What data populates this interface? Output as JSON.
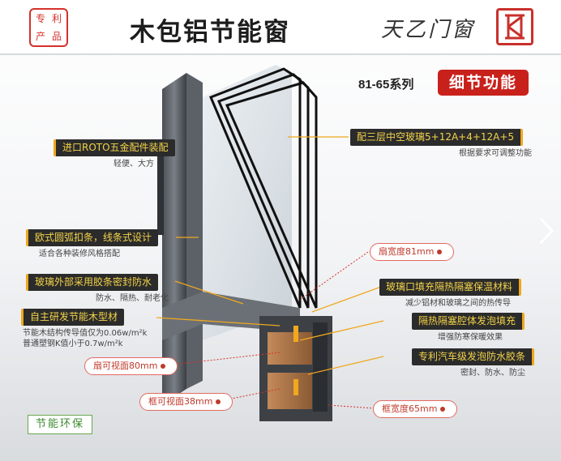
{
  "header": {
    "seal_text": [
      "专",
      "利",
      "产",
      "品"
    ],
    "title": "木包铝节能窗",
    "brand_name": "天乙门窗",
    "logo_icon": "brand-logo-icon"
  },
  "series": {
    "label": "81-65系列",
    "badge": "细节功能"
  },
  "left_callouts": [
    {
      "label": "进口ROTO五金配件装配",
      "sub": "轻便、大方"
    },
    {
      "label": "欧式圆弧扣条，线条式设计",
      "sub": "适合各种装修风格搭配"
    },
    {
      "label": "玻璃外部采用胶条密封防水",
      "sub": "防水、隔热、耐老化"
    },
    {
      "label": "自主研发节能木型材",
      "sub": [
        "节能木结构传导值仅为0.06w/m²k",
        "普通塑钢K值小于0.7w/m²k"
      ]
    }
  ],
  "right_callouts": [
    {
      "label": "配三层中空玻璃5+12A+4+12A+5",
      "sub": "根据要求可调整功能"
    },
    {
      "label": "玻璃口填充隔热隔塞保温材料",
      "sub": "减少铝材和玻璃之间的热传导"
    },
    {
      "label": "隔热隔塞腔体发泡填充",
      "sub": "增强防寒保暖效果"
    },
    {
      "label": "专利汽车级发泡防水胶条",
      "sub": "密封、防水、防尘"
    }
  ],
  "dimensions": {
    "top_right": "扇宽度81mm",
    "left_mid": "扇可视面80mm",
    "left_bottom": "框可视面38mm",
    "bottom_right": "框宽度65mm"
  },
  "eco_badge": "节能环保",
  "colors": {
    "accent_red": "#c8211c",
    "tag_bg": "#2b2b2b",
    "tag_text": "#f3d34a",
    "leader_orange": "#f0a81e",
    "eco_green": "#3c8a2e"
  },
  "icons": {
    "next": "chevron-right-icon"
  }
}
